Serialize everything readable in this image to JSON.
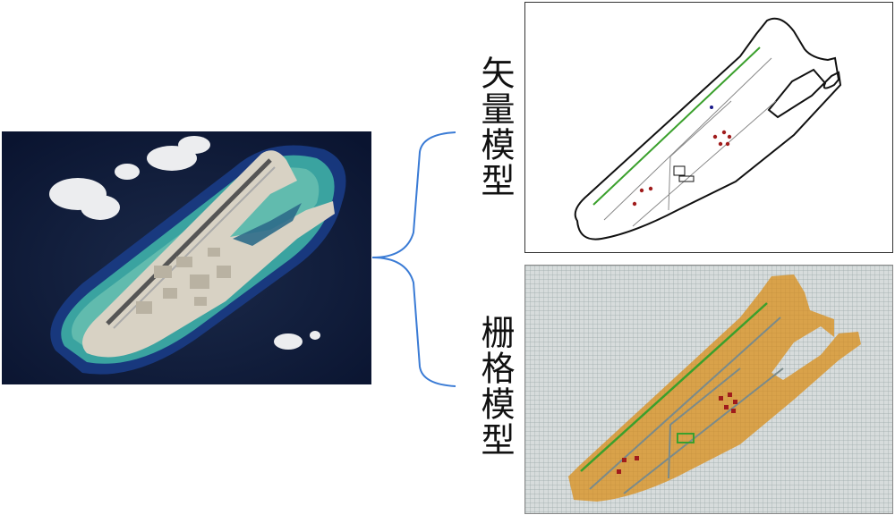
{
  "labels": {
    "vector_model": "矢量模型",
    "raster_model": "栅格模型"
  },
  "colors": {
    "brace": "#3a7bd5",
    "island_fill": "#d9a24a",
    "runway_line": "#3aa02c",
    "marker": "#a01c1c",
    "outline": "#111111",
    "raster_grid": "#9aa8a8"
  },
  "icons": {
    "satellite": "satellite-photo",
    "vector": "vector-outline-map",
    "raster": "raster-grid-map"
  }
}
